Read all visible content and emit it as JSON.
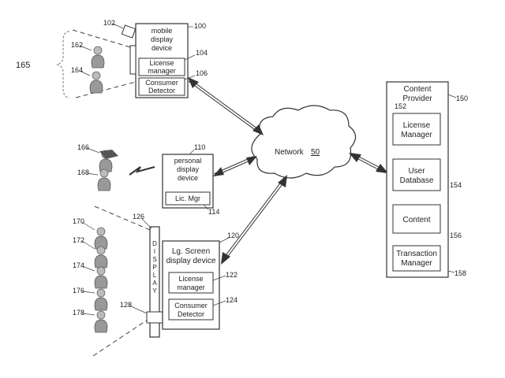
{
  "refs": {
    "group_165": "165",
    "camera_102": "102",
    "mobile_100": "100",
    "license_104": "104",
    "detector_106": "106",
    "person_162": "162",
    "person_164": "164",
    "personal_110": "110",
    "person_166": "166",
    "person_168": "168",
    "licmgr_114": "114",
    "screen_126": "126",
    "lg_120": "120",
    "license_122": "122",
    "detector_124": "124",
    "camera_128": "128",
    "person_170": "170",
    "person_172": "172",
    "person_174": "174",
    "person_176": "176",
    "person_178": "178",
    "provider_150": "150",
    "license_152": "152",
    "userdb_154": "154",
    "content_156": "156",
    "transaction_158": "158"
  },
  "mobile_device": {
    "title_line1": "mobile",
    "title_line2": "display",
    "title_line3": "device",
    "license_line1": "License",
    "license_line2": "manager",
    "detector_line1": "Consumer",
    "detector_line2": "Detector"
  },
  "personal_device": {
    "title_line1": "personal",
    "title_line2": "display",
    "title_line3": "device",
    "licmgr": "Lic. Mgr"
  },
  "network": {
    "label": "Network",
    "number": "50"
  },
  "lg_device": {
    "title_line1": "Lg. Screen",
    "title_line2": "display device",
    "license_line1": "License",
    "license_line2": "manager",
    "detector_line1": "Consumer",
    "detector_line2": "Detector",
    "display_letters": [
      "D",
      "I",
      "S",
      "P",
      "L",
      "A",
      "Y"
    ]
  },
  "content_provider": {
    "title_line1": "Content",
    "title_line2": "Provider",
    "license_line1": "License",
    "license_line2": "Manager",
    "userdb_line1": "User",
    "userdb_line2": "Database",
    "content": "Content",
    "transaction_line1": "Transaction",
    "transaction_line2": "Manager"
  }
}
